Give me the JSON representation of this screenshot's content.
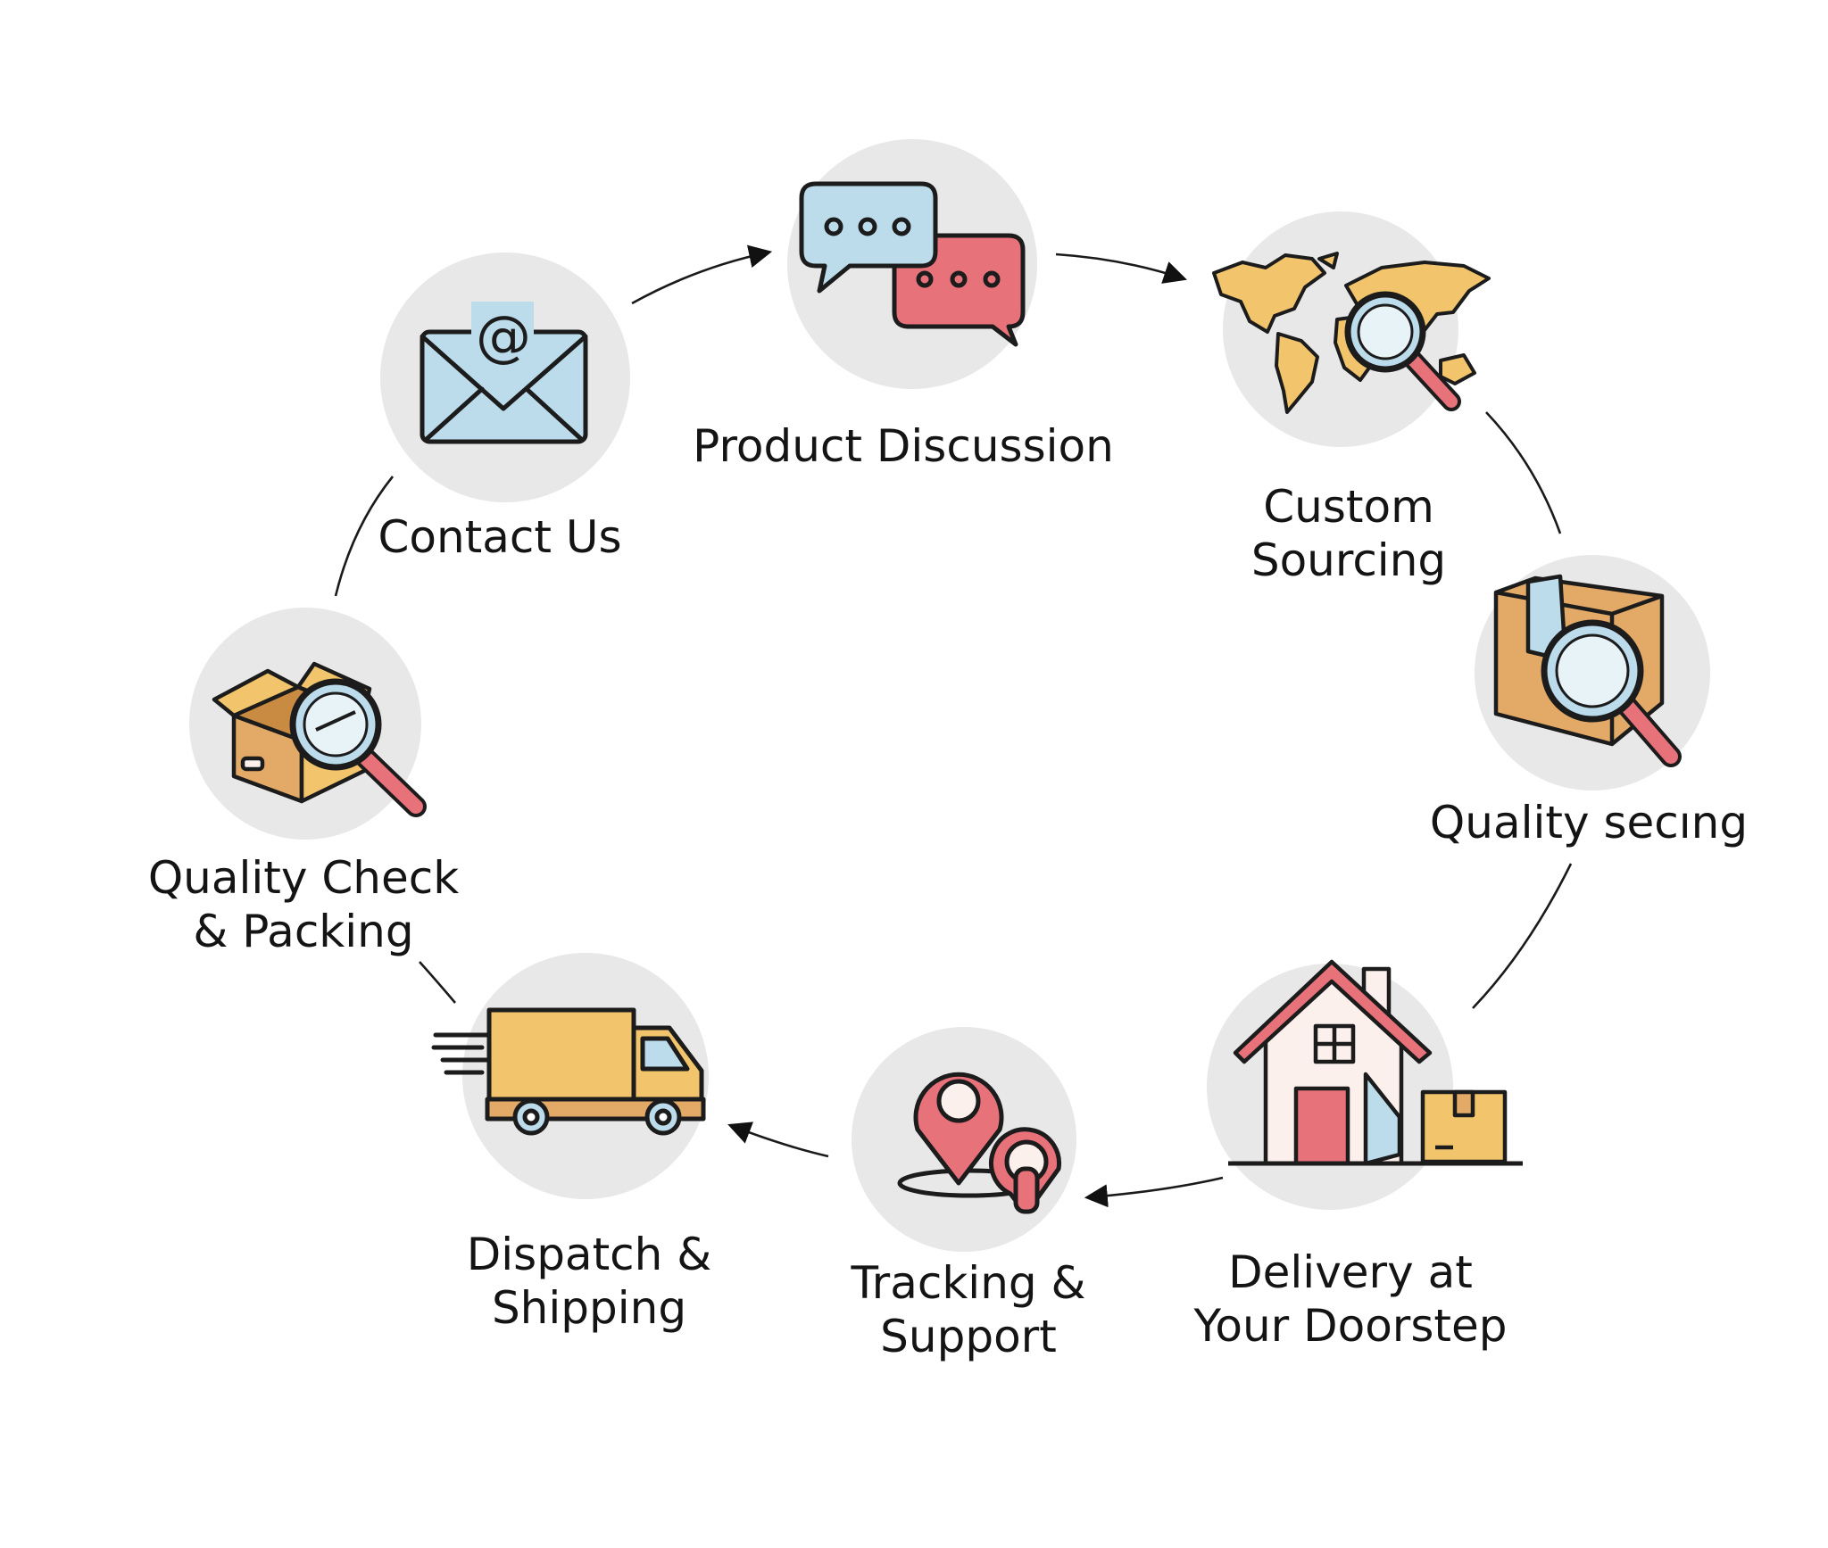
{
  "steps": [
    {
      "id": "contact",
      "lines": [
        "Contact Us"
      ],
      "icon": "envelope-at-icon"
    },
    {
      "id": "discussion",
      "lines": [
        "Product Discussion"
      ],
      "icon": "chat-bubbles-icon"
    },
    {
      "id": "sourcing",
      "lines": [
        "Custom",
        "Sourcing"
      ],
      "icon": "world-map-magnifier-icon"
    },
    {
      "id": "quality",
      "lines": [
        "Quality secıng"
      ],
      "icon": "box-magnifier-icon"
    },
    {
      "id": "delivery",
      "lines": [
        "Delivery at",
        "Your Doorstep"
      ],
      "icon": "house-package-icon"
    },
    {
      "id": "tracking",
      "lines": [
        "Tracking &",
        "Support"
      ],
      "icon": "location-pin-icon"
    },
    {
      "id": "dispatch",
      "lines": [
        "Dispatch &",
        "Shipping"
      ],
      "icon": "delivery-truck-icon"
    },
    {
      "id": "qc",
      "lines": [
        "Quality Check",
        "& Packing"
      ],
      "icon": "open-box-magnifier-icon"
    }
  ],
  "colors": {
    "circle": "#e8e8e8",
    "outline": "#1c1c1c",
    "blue": "#bcdcec",
    "red": "#e8727a",
    "orange": "#f2c46c",
    "tan": "#e2aa66",
    "cream": "#fbf0ec"
  }
}
